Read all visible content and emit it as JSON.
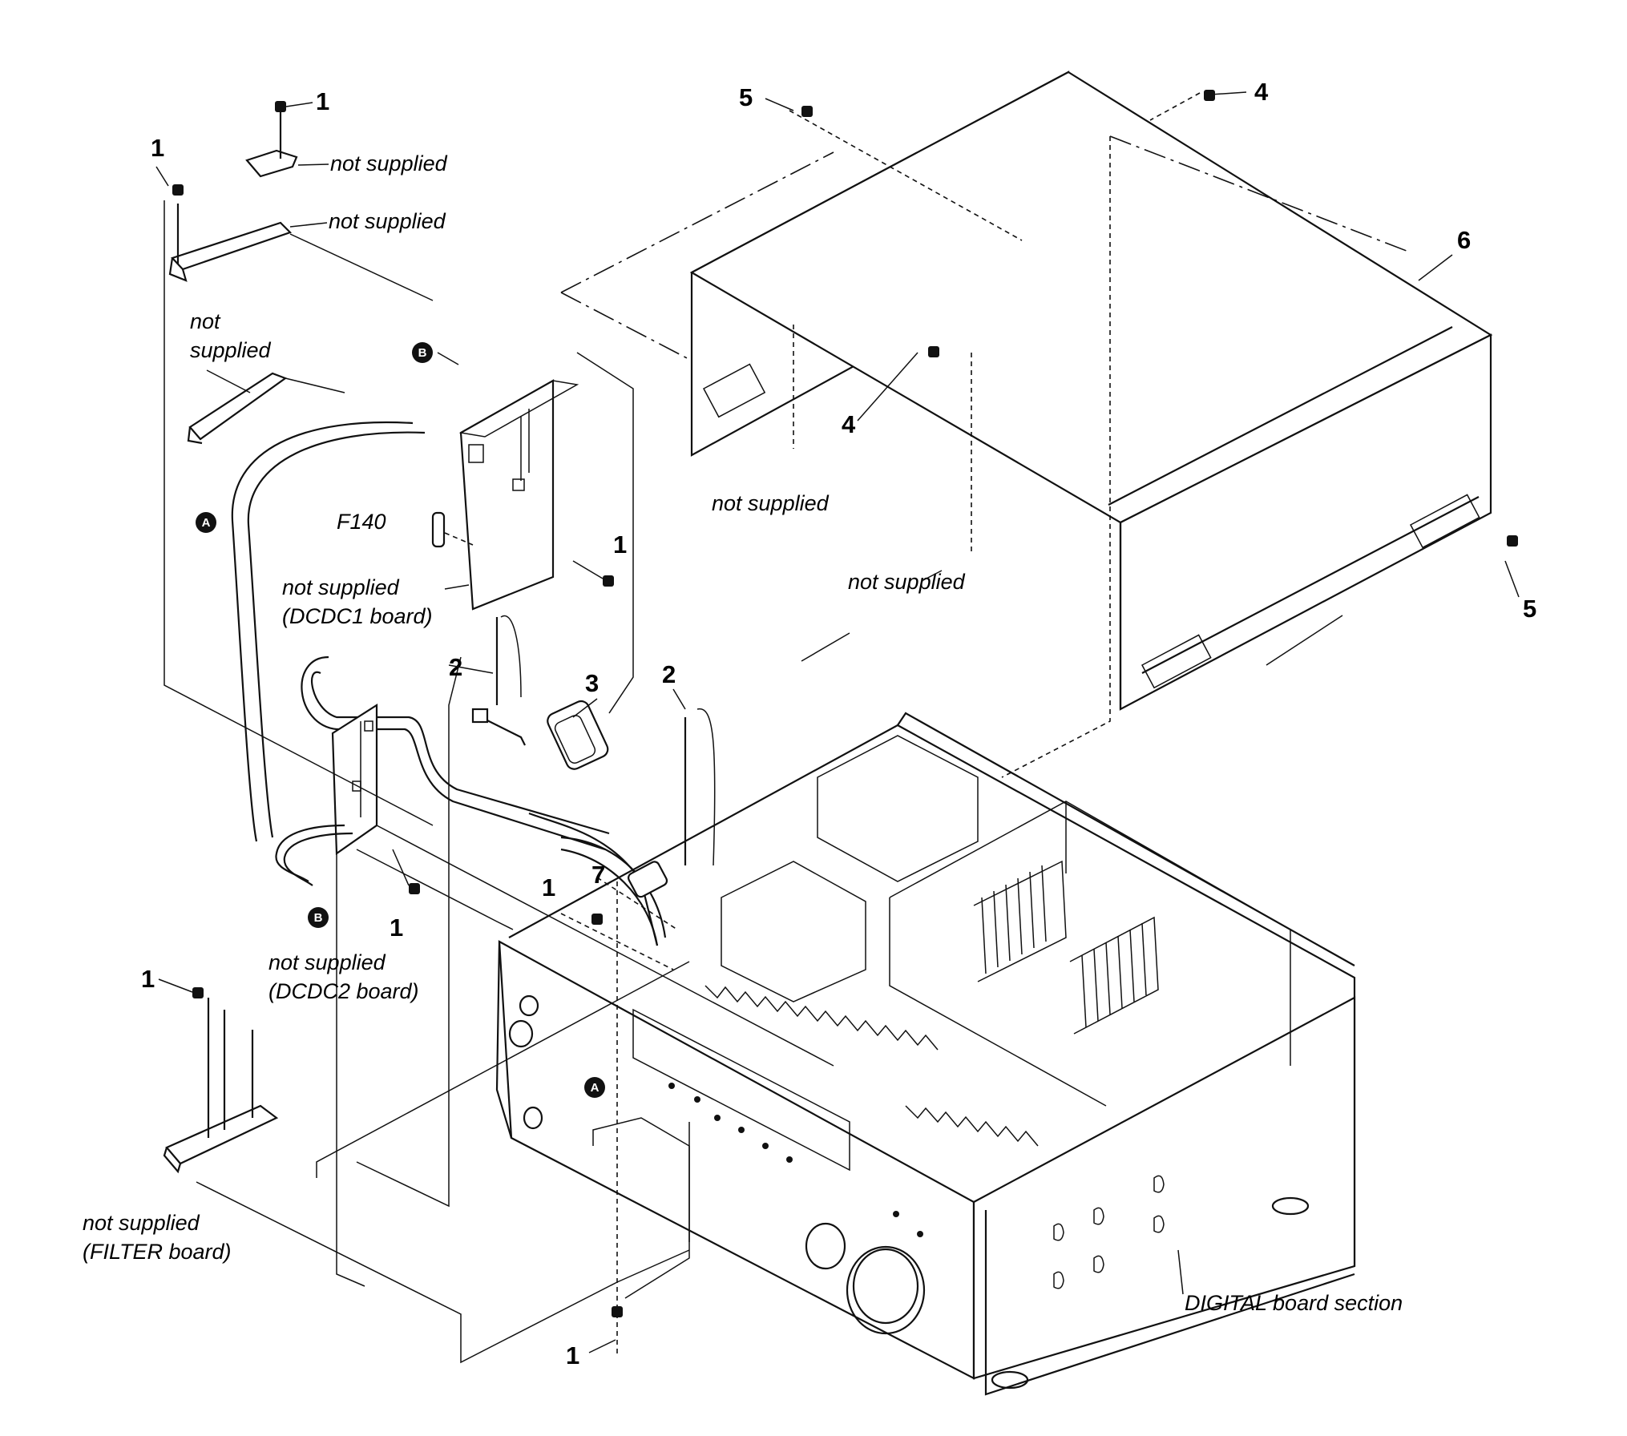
{
  "labels": {
    "not_supplied": "not supplied",
    "not": "not",
    "supplied": "supplied",
    "dcdc1_board": "(DCDC1 board)",
    "dcdc2_board": "(DCDC2 board)",
    "filter_board": "(FILTER board)",
    "fuse": "F140",
    "digital_section": "DIGITAL board section"
  },
  "callouts": {
    "n1": "1",
    "n2": "2",
    "n3": "3",
    "n4": "4",
    "n5": "5",
    "n6": "6",
    "n7": "7"
  },
  "markers": {
    "a": "A",
    "b": "B"
  }
}
